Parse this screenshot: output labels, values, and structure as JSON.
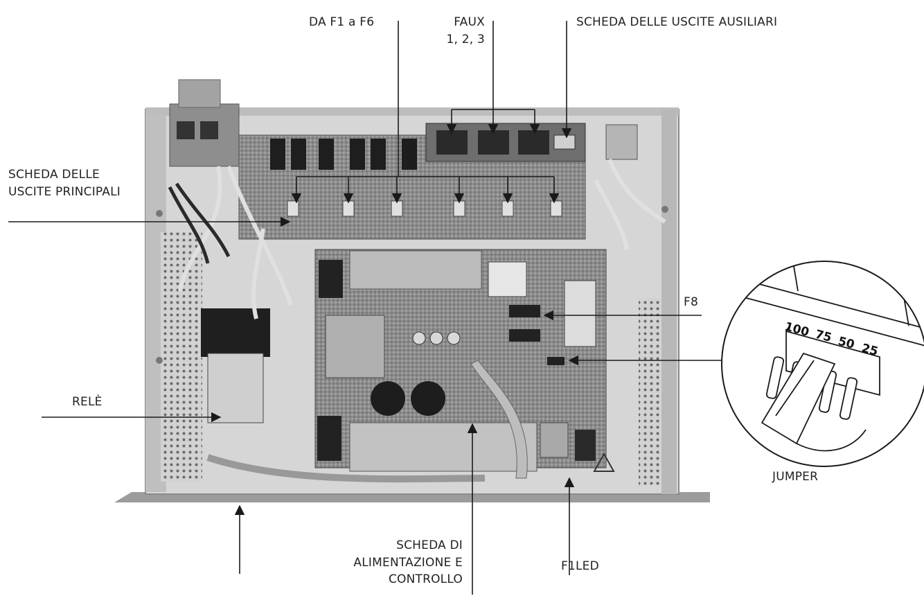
{
  "labels": {
    "fuses_f1_f6": "DA F1 a F6",
    "faux_line1": "FAUX",
    "faux_line2": "1, 2, 3",
    "aux_board": "SCHEDA DELLE USCITE AUSILIARI",
    "main_board_line1": "SCHEDA DELLE",
    "main_board_line2": "USCITE PRINCIPALI",
    "f8": "F8",
    "relay": "RELÈ",
    "power_board_line1": "SCHEDA DI",
    "power_board_line2": "ALIMENTAZIONE E",
    "power_board_line3": "CONTROLLO",
    "f1led": "F1LED",
    "jumper": "JUMPER"
  },
  "jumper_detail": {
    "scale_values": [
      "100",
      "75",
      "50",
      "25"
    ]
  },
  "colors": {
    "line": "#1a1a1a",
    "text": "#222222",
    "chassis": "#c8c8c8",
    "board": "#9a9a9a"
  }
}
